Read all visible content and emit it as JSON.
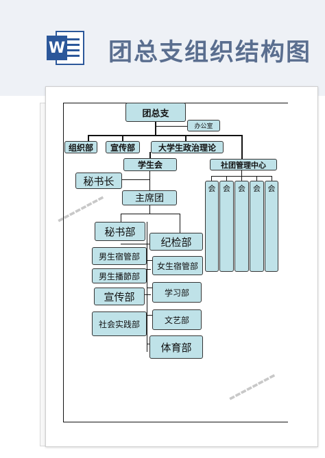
{
  "header": {
    "icon": "word-document-icon",
    "icon_letter": "W",
    "title": "团总支组织结构图"
  },
  "chart": {
    "top": "团总支",
    "office": "办公室",
    "level2": [
      "组织部",
      "宣传部",
      "大学生政治理论"
    ],
    "student_union": "学生会",
    "club_center": "社团管理中心",
    "secretary_general": "秘书长",
    "presidium": "主席团",
    "left_departments": [
      "秘书部",
      "男生宿管部",
      "男生播節部",
      "宣传部",
      "社会实践部"
    ],
    "right_departments": [
      "纪检部",
      "女生宿管部",
      "学习部",
      "文艺部",
      "体育部"
    ],
    "clubs": [
      "会",
      "会",
      "会",
      "会",
      "会"
    ]
  }
}
